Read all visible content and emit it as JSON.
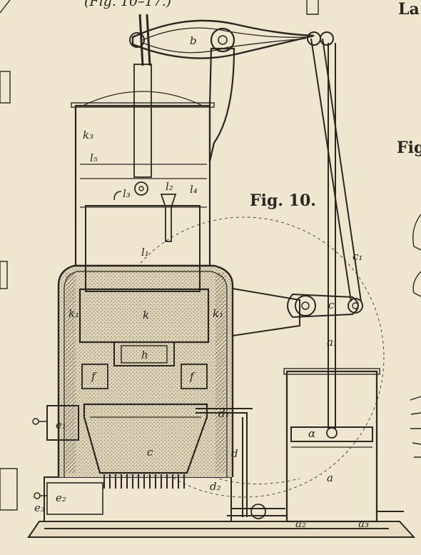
{
  "header": {
    "top_caption": "(Fig. 10–17.)",
    "right_edge_text": "La",
    "right_fig_fragment": "Fig"
  },
  "figure": {
    "title": "Fig. 10.",
    "labels": {
      "b": "b",
      "k3": "k₃",
      "l5": "l₅",
      "l3": "l₃",
      "l2": "l₂",
      "l4": "l₄",
      "l1": "l₁",
      "k": "k",
      "k1_left": "k₁",
      "k1_right": "k₁",
      "h": "h",
      "f_left": "f",
      "f_right": "f",
      "e1": "e₁",
      "c_furnace": "c",
      "d1": "d₁",
      "d": "d",
      "d2": "d₂",
      "e2": "e₂",
      "e3": "e₃",
      "c1": "c₁",
      "c_crank": "c",
      "a1": "a₁",
      "alpha": "α",
      "a": "a",
      "a2": "a₂",
      "a3": "a₃"
    }
  },
  "colors": {
    "paper": "#eee6cf",
    "ink": "#2a2620",
    "water_fill": "#d9cfb4"
  }
}
